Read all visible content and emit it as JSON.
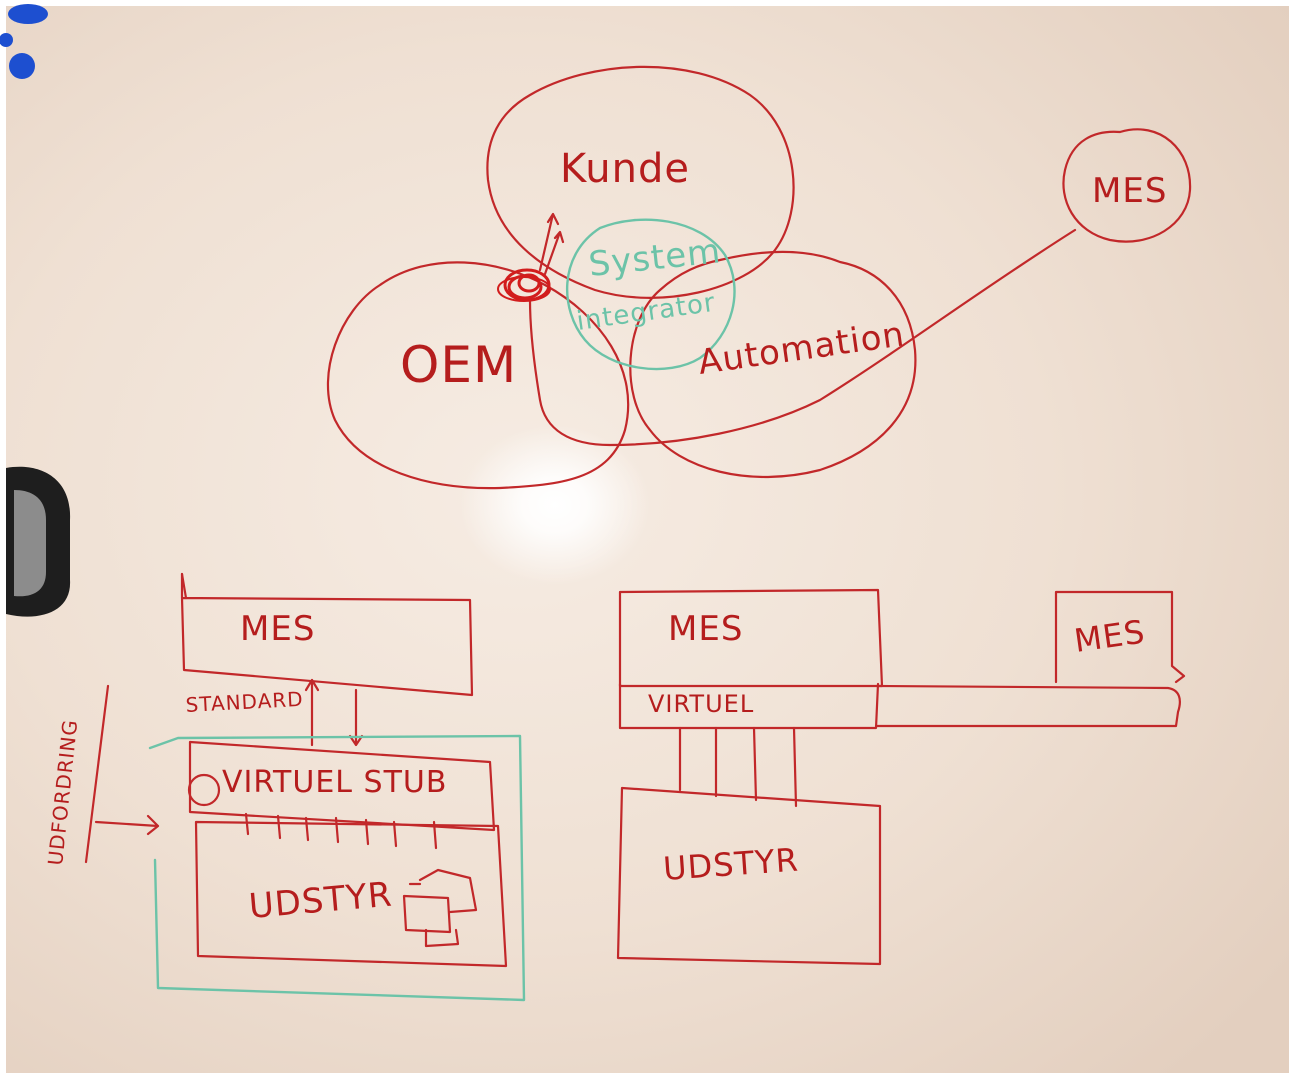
{
  "colors": {
    "board": "#f1e4d8",
    "marker_red": "#c2282a",
    "marker_green": "#6cc3a8",
    "magnet_blue": "#1d4fd0",
    "handle_black": "#1e1e1e"
  },
  "venn": {
    "circles": {
      "kunde": "Kunde",
      "oem": "OEM",
      "automation": "Automation",
      "system_integrator_top": "System",
      "system_integrator_bottom": "integrator",
      "mes": "MES"
    }
  },
  "left_diagram": {
    "mes_box": "MES",
    "standard_label": "STANDARD",
    "virtual_stub_box": "VIRTUEL STUB",
    "equipment_box": "UDSTYR",
    "side_label": "UDFORDRING"
  },
  "right_diagram": {
    "mes_box": "MES",
    "virtual_bar": "VIRTUEL",
    "external_mes_box": "MES",
    "equipment_box": "UDSTYR"
  }
}
